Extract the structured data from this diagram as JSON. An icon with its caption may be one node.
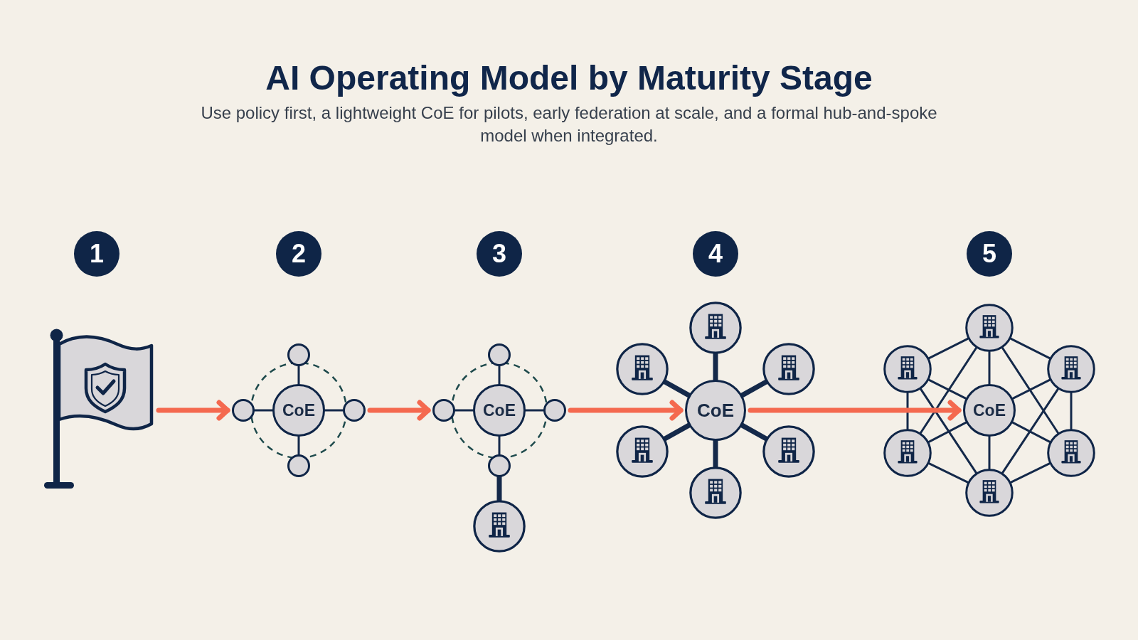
{
  "diagram": {
    "title": "AI Operating Model by Maturity Stage",
    "nodes": [
      {
        "text": [
          "1"
        ]
      },
      {
        "text": [],
        "shape": "flag"
      },
      {
        "text": [
          "2"
        ]
      },
      {
        "text": [],
        "shape": "circle"
      },
      {
        "text": [],
        "shape": "circle"
      },
      {
        "text": [
          "CoE"
        ]
      },
      {
        "text": [],
        "shape": "circle"
      },
      {
        "text": [],
        "shape": "circle"
      },
      {
        "text": [
          "3"
        ]
      },
      {
        "text": [],
        "shape": "circle"
      },
      {
        "text": [],
        "shape": "circle"
      },
      {
        "text": [
          "CoE"
        ]
      },
      {
        "text": [],
        "shape": "circle"
      },
      {
        "text": [],
        "shape": "circle"
      },
      {
        "text": [],
        "shape": "building"
      },
      {
        "text": [
          "4"
        ]
      },
      {
        "text": [],
        "shape": "building"
      },
      {
        "text": [],
        "shape": "building"
      },
      {
        "text": [],
        "shape": "building"
      },
      {
        "text": [
          "CoE"
        ]
      },
      {
        "text": [],
        "shape": "building"
      },
      {
        "text": [],
        "shape": "building"
      },
      {
        "text": [],
        "shape": "building"
      },
      {
        "text": [
          "5"
        ]
      },
      {
        "text": [],
        "shape": "building"
      },
      {
        "text": [],
        "shape": "building"
      },
      {
        "text": [],
        "shape": "building"
      },
      {
        "text": [
          "CoE"
        ]
      },
      {
        "text": [],
        "shape": "building"
      },
      {
        "text": [],
        "shape": "building"
      },
      {
        "text": [],
        "shape": "building"
      }
    ],
    "edges": [
      {
        "from": 1,
        "to": 4,
        "arrow": "to",
        "style": "thick",
        "color": "#f4694f"
      },
      {
        "from": 5,
        "to": 3,
        "arrow": "none"
      },
      {
        "from": 5,
        "to": 4,
        "arrow": "none"
      },
      {
        "from": 5,
        "to": 6,
        "arrow": "none"
      },
      {
        "from": 5,
        "to": 7,
        "arrow": "none"
      },
      {
        "from": 6,
        "to": 10,
        "arrow": "to",
        "style": "thick",
        "color": "#f4694f"
      },
      {
        "from": 11,
        "to": 9,
        "arrow": "none"
      },
      {
        "from": 11,
        "to": 10,
        "arrow": "none"
      },
      {
        "from": 11,
        "to": 12,
        "arrow": "none"
      },
      {
        "from": 11,
        "to": 13,
        "arrow": "none"
      },
      {
        "from": 13,
        "to": 14,
        "arrow": "none",
        "style": "thick"
      },
      {
        "from": 12,
        "to": 19,
        "arrow": "to",
        "style": "thick",
        "color": "#f4694f"
      },
      {
        "from": 19,
        "to": 16,
        "arrow": "none",
        "style": "thick"
      },
      {
        "from": 19,
        "to": 17,
        "arrow": "none",
        "style": "thick"
      },
      {
        "from": 19,
        "to": 18,
        "arrow": "none",
        "style": "thick"
      },
      {
        "from": 19,
        "to": 20,
        "arrow": "none",
        "style": "thick"
      },
      {
        "from": 19,
        "to": 21,
        "arrow": "none",
        "style": "thick"
      },
      {
        "from": 19,
        "to": 22,
        "arrow": "none",
        "style": "thick"
      },
      {
        "from": 19,
        "to": 27,
        "arrow": "to",
        "style": "thick",
        "color": "#f4694f"
      },
      {
        "from": 27,
        "to": 24,
        "arrow": "none"
      },
      {
        "from": 27,
        "to": 25,
        "arrow": "none"
      },
      {
        "from": 27,
        "to": 26,
        "arrow": "none"
      },
      {
        "from": 27,
        "to": 28,
        "arrow": "none"
      },
      {
        "from": 27,
        "to": 29,
        "arrow": "none"
      },
      {
        "from": 27,
        "to": 30,
        "arrow": "none"
      },
      {
        "from": 24,
        "to": 25,
        "arrow": "none"
      },
      {
        "from": 24,
        "to": 26,
        "arrow": "none"
      },
      {
        "from": 25,
        "to": 28,
        "arrow": "none"
      },
      {
        "from": 26,
        "to": 29,
        "arrow": "none"
      },
      {
        "from": 28,
        "to": 30,
        "arrow": "none"
      },
      {
        "from": 29,
        "to": 30,
        "arrow": "none"
      },
      {
        "from": 24,
        "to": 28,
        "arrow": "none"
      },
      {
        "from": 24,
        "to": 29,
        "arrow": "none"
      },
      {
        "from": 25,
        "to": 30,
        "arrow": "none"
      },
      {
        "from": 26,
        "to": 30,
        "arrow": "none"
      }
    ],
    "labels": [
      "Use policy first, a lightweight CoE for pilots, early federation at scale, and a formal hub-and-spoke model when integrated."
    ]
  }
}
